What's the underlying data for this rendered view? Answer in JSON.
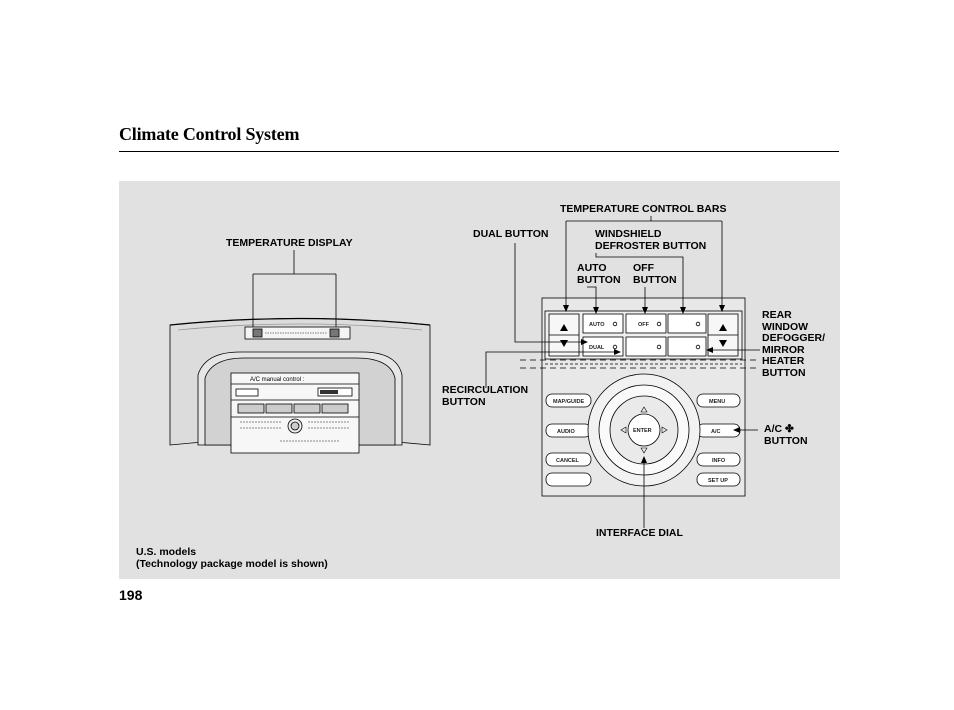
{
  "page": {
    "title": "Climate Control System",
    "page_number": "198",
    "note_line1": "U.S. models",
    "note_line2": "(Technology package model is shown)"
  },
  "callouts": {
    "temperature_display": "TEMPERATURE DISPLAY",
    "temperature_control_bars": "TEMPERATURE CONTROL BARS",
    "dual_button": "DUAL BUTTON",
    "windshield_defroster_line1": "WINDSHIELD",
    "windshield_defroster_line2": "DEFROSTER BUTTON",
    "auto_button_line1": "AUTO",
    "auto_button_line2": "BUTTON",
    "off_button_line1": "OFF",
    "off_button_line2": "BUTTON",
    "rear_defogger_line1": "REAR",
    "rear_defogger_line2": "WINDOW",
    "rear_defogger_line3": "DEFOGGER/",
    "rear_defogger_line4": "MIRROR",
    "rear_defogger_line5": "HEATER",
    "rear_defogger_line6": "BUTTON",
    "recirculation_line1": "RECIRCULATION",
    "recirculation_line2": "BUTTON",
    "ac_button_line1": "A/C",
    "ac_button_line2": "BUTTON",
    "interface_dial": "INTERFACE DIAL"
  },
  "control_panel": {
    "auto": "AUTO",
    "off": "OFF",
    "dual": "DUAL",
    "map_guide": "MAP/GUIDE",
    "menu": "MENU",
    "audio": "AUDIO",
    "ac": "A/C",
    "cancel": "CANCEL",
    "info": "INFO",
    "setup": "SET UP",
    "enter": "ENTER"
  },
  "screen": {
    "header": "A/C manual control :"
  }
}
